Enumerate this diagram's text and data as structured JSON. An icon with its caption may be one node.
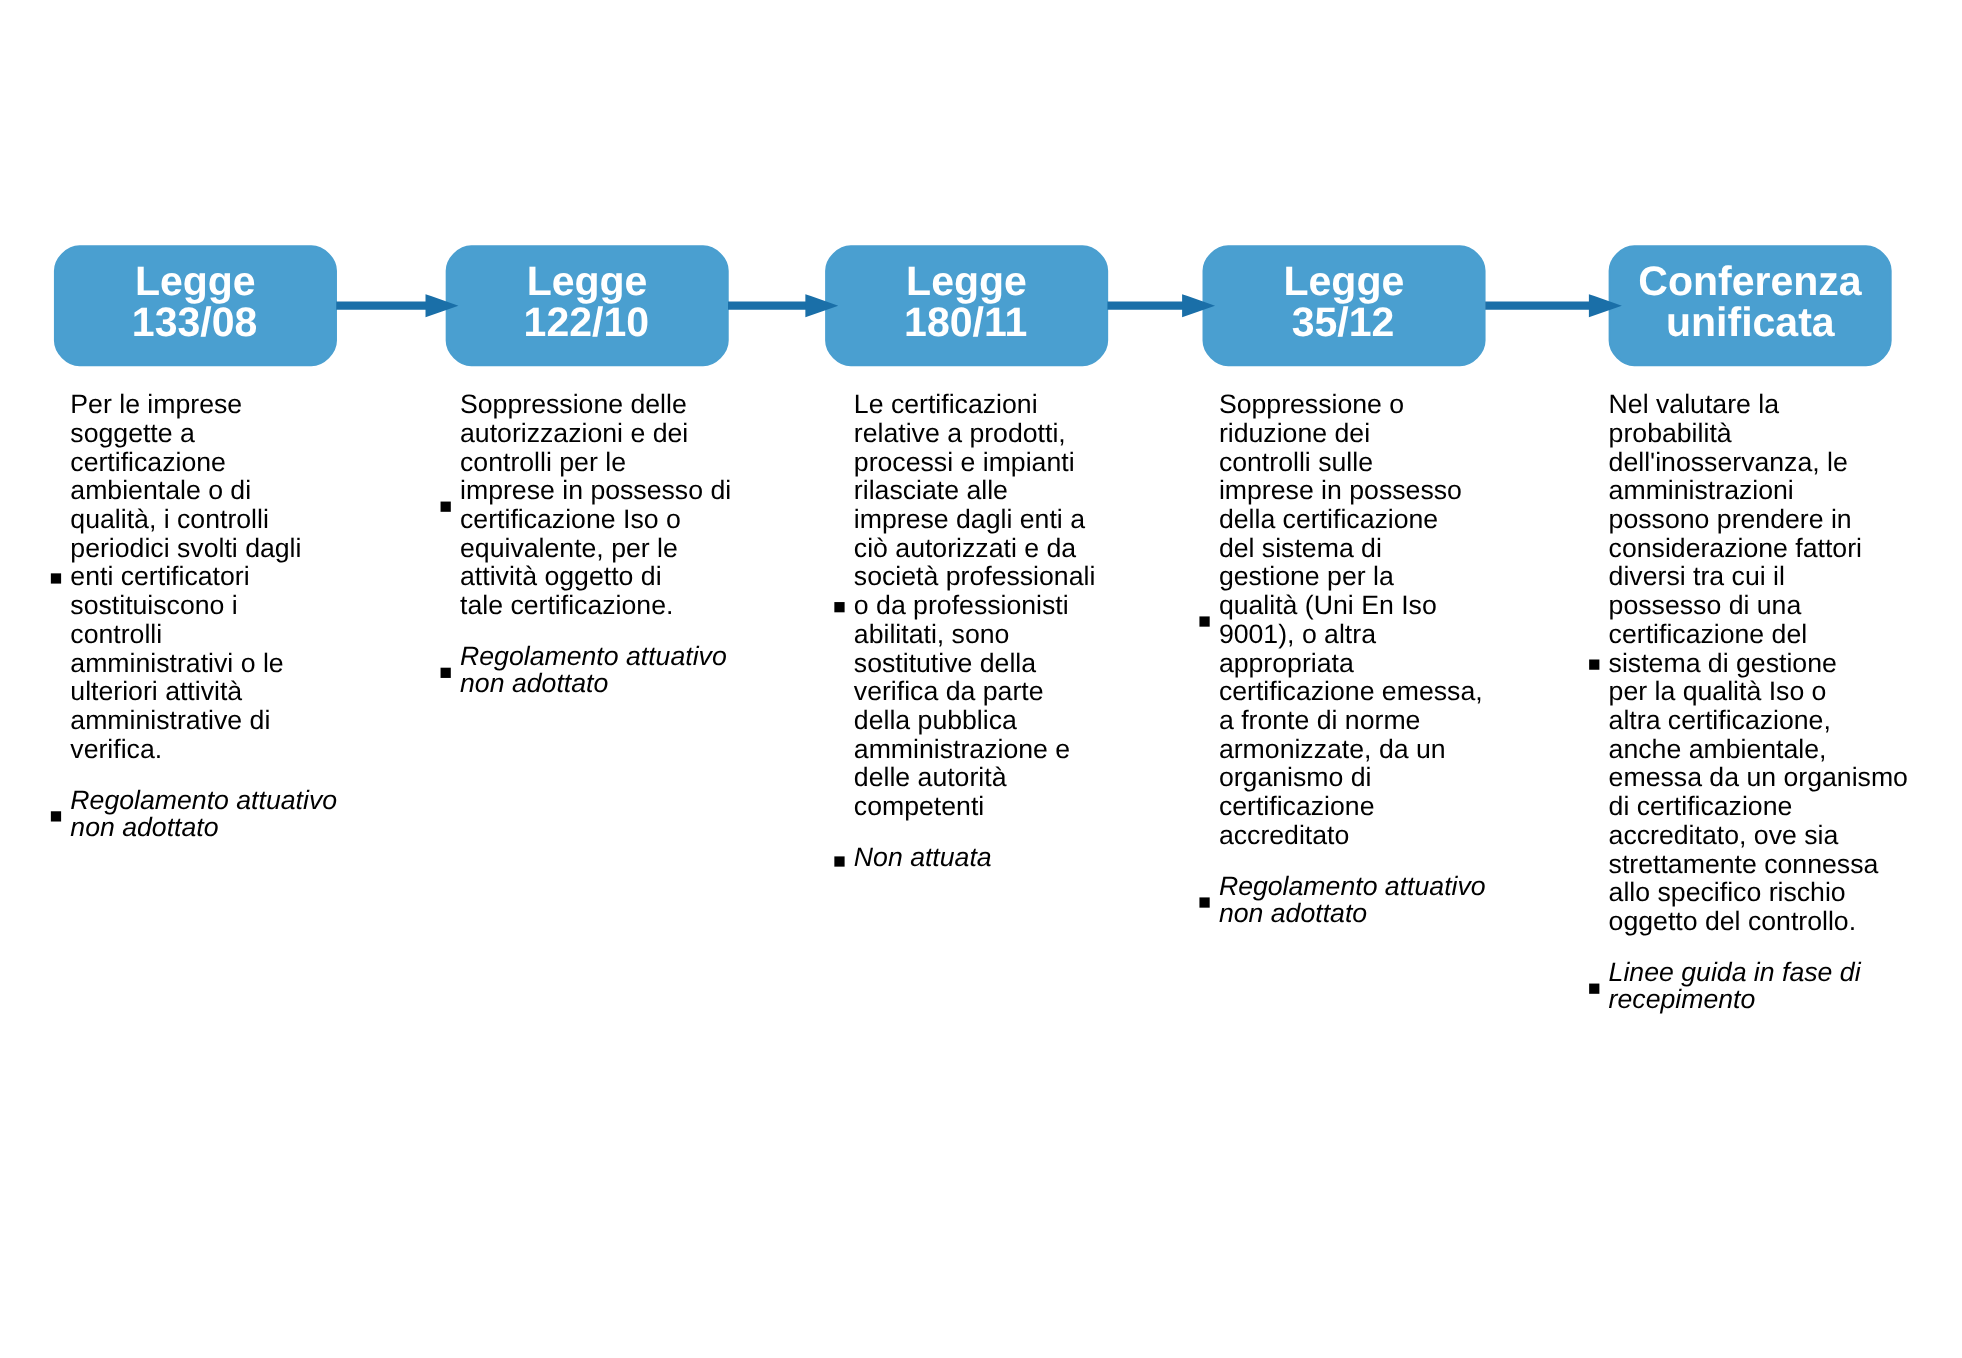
{
  "diagram": {
    "nodes": [
      {
        "text": [
          "Legge 133/08"
        ],
        "beside": [
          "Per le imprese soggette a certificazione ambientale o di qualità, i controlli periodici svolti dagli enti certificatori sostituiscono i controlli amministrativi o le ulteriori attività amministrative di verifica.",
          "Regolamento attuativo non adottato"
        ]
      },
      {
        "text": [
          "Legge 122/10"
        ],
        "beside": [
          "Soppressione delle autorizzazioni e dei controlli per le imprese in possesso di certificazione Iso o equivalente, per le attività oggetto di tale certificazione.",
          "Regolamento attuativo non adottato"
        ]
      },
      {
        "text": [
          "Legge 180/11"
        ],
        "beside": [
          "Le certificazioni relative a prodotti, processi e impianti rilasciate alle imprese dagli enti a ciò autorizzati e da società professionali o da professionisti abilitati, sono sostitutive della verifica da parte della pubblica amministrazione e delle autorità competenti",
          "Non attuata"
        ]
      },
      {
        "text": [
          "Legge 35/12"
        ],
        "beside": [
          "Soppressione o riduzione dei controlli sulle imprese in possesso della certificazione del sistema di gestione per la qualità (Uni En Iso 9001), o altra appropriata certificazione emessa, a fronte di norme armonizzate, da un organismo di certificazione accreditato",
          "Regolamento attuativo non adottato"
        ]
      },
      {
        "text": [
          "Conferenza unificata"
        ],
        "beside": [
          "Nel valutare la probabilità dell'inosservanza, le amministrazioni possono prendere in considerazione fattori diversi tra cui il possesso di una certificazione del sistema di gestione per la qualità Iso o altra certificazione, anche ambientale, emessa da un organismo di certificazione accreditato, ove sia strettamente connessa allo specifico rischio oggetto del controllo.",
          "Linee guida in fase di recepimento"
        ]
      }
    ],
    "edges": [
      {
        "from": 0,
        "to": 1,
        "arrow": "to"
      },
      {
        "from": 1,
        "to": 2,
        "arrow": "to"
      },
      {
        "from": 2,
        "to": 3,
        "arrow": "to"
      },
      {
        "from": 3,
        "to": 4,
        "arrow": "to"
      }
    ]
  }
}
